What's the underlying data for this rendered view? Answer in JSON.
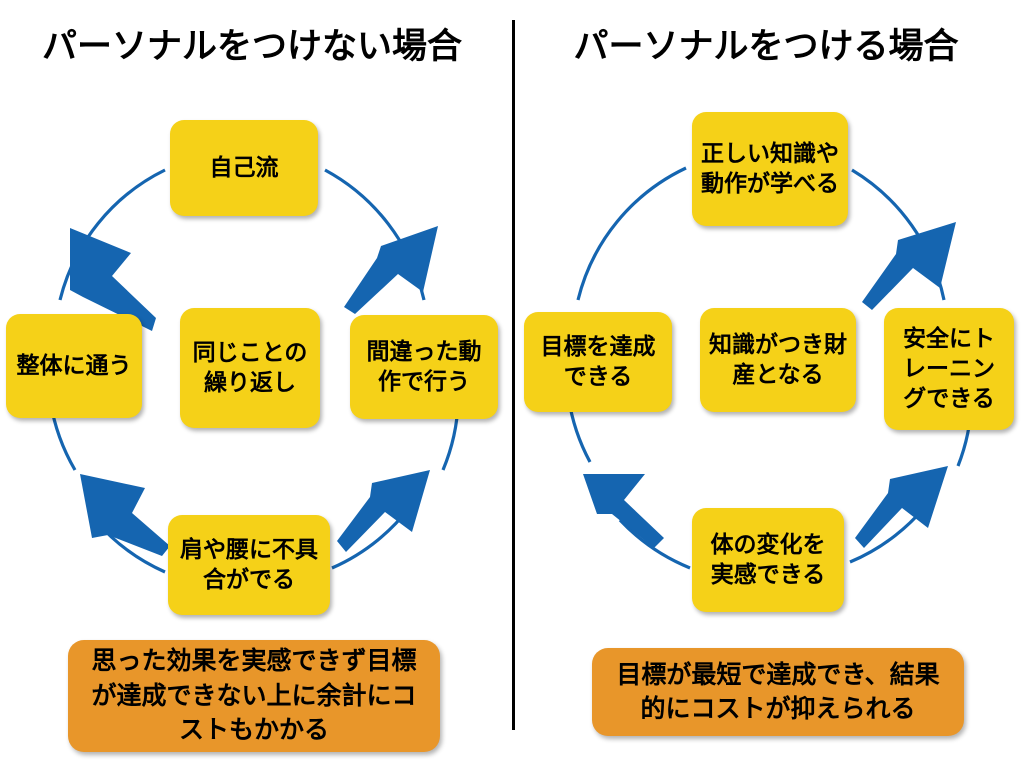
{
  "colors": {
    "node_fill": "#F5D118",
    "summary_fill": "#E8962A",
    "cycle_stroke": "#1565B0",
    "arrow_fill": "#1565B0",
    "divider": "#000000",
    "text": "#000000",
    "background": "#FFFFFF"
  },
  "panels": {
    "left": {
      "title": "パーソナルをつけない場合",
      "cycle": {
        "center": "同じことの繰り返し",
        "nodes": [
          {
            "position": "top",
            "label": "自己流"
          },
          {
            "position": "right",
            "label": "間違った動作で行う"
          },
          {
            "position": "bottom",
            "label": "肩や腰に不具合がでる"
          },
          {
            "position": "left",
            "label": "整体に通う"
          }
        ],
        "arrows": [
          {
            "position": "top-left",
            "direction": "up-left"
          },
          {
            "position": "top-right",
            "direction": "up-right"
          },
          {
            "position": "bottom-right",
            "direction": "down-right"
          },
          {
            "position": "bottom-left",
            "direction": "down-left"
          }
        ]
      },
      "summary": "思った効果を実感できず目標が達成できない上に余計にコストもかかる"
    },
    "right": {
      "title": "パーソナルをつける場合",
      "cycle": {
        "center": "知識がつき財産となる",
        "nodes": [
          {
            "position": "top",
            "label": "正しい知識や動作が学べる"
          },
          {
            "position": "right",
            "label": "安全にトレーニングできる"
          },
          {
            "position": "bottom",
            "label": "体の変化を実感できる"
          },
          {
            "position": "left",
            "label": "目標を達成できる"
          }
        ],
        "arrows": [
          {
            "position": "top-right",
            "direction": "up-right"
          },
          {
            "position": "bottom-right",
            "direction": "down-right"
          },
          {
            "position": "bottom-left",
            "direction": "up-left"
          }
        ]
      },
      "summary": "目標が最短で達成でき、結果的にコストが抑えられる"
    }
  }
}
